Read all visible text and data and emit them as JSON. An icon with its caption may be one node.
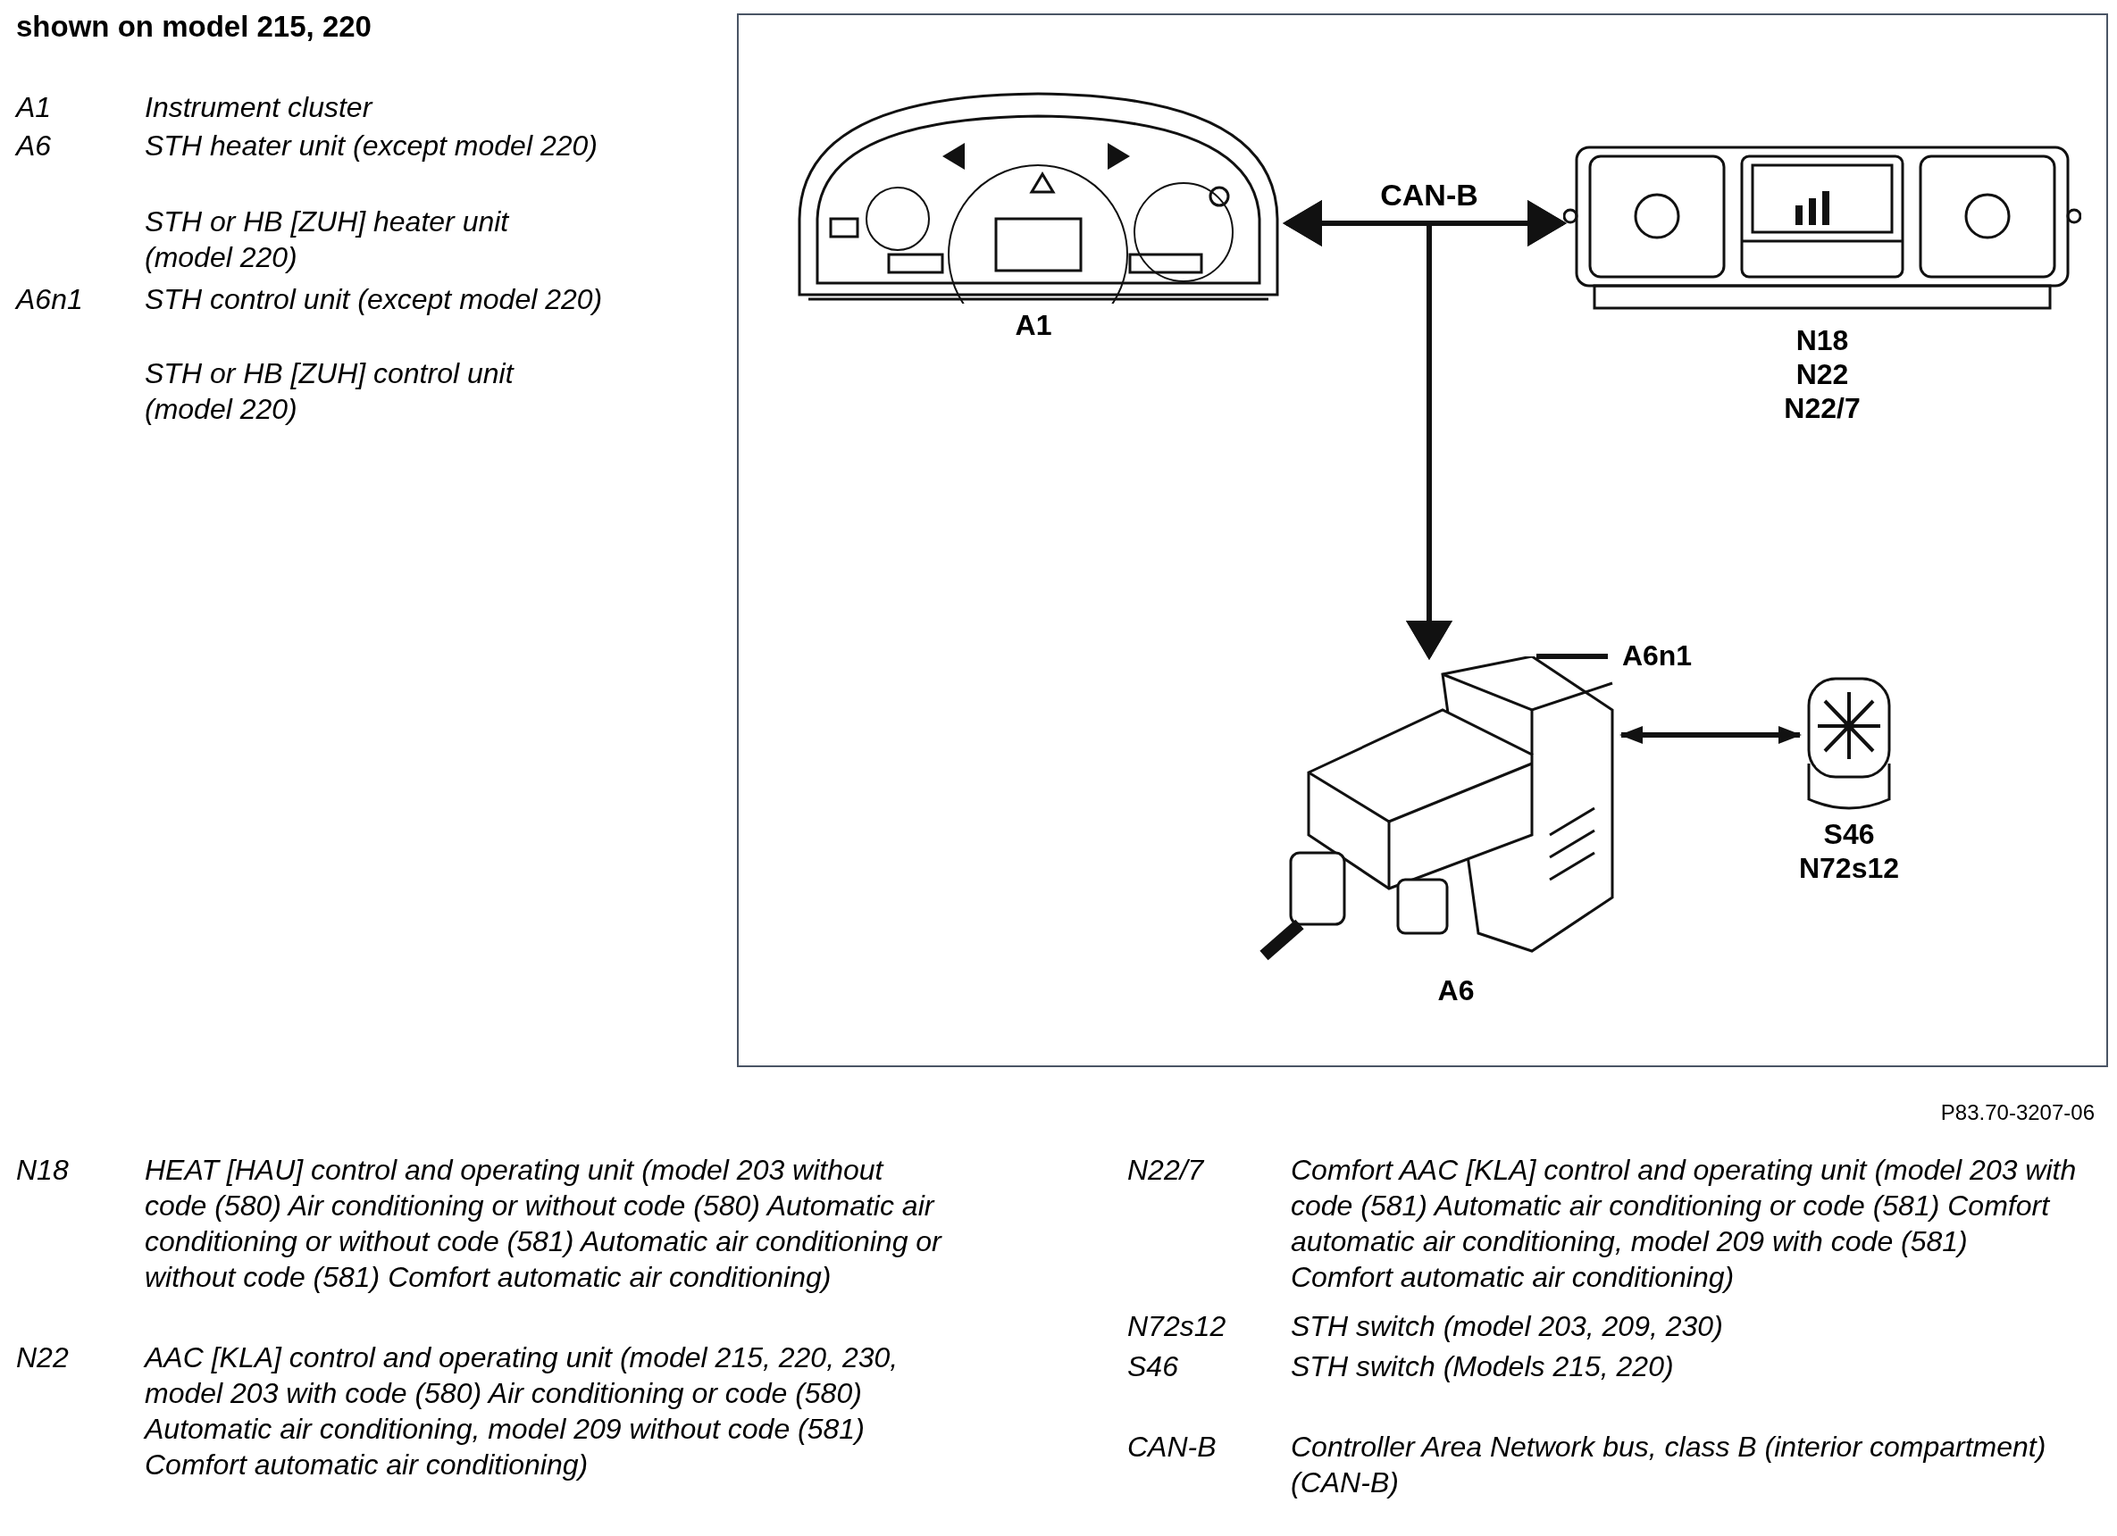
{
  "diagram": {
    "title": "shown on model 215, 220",
    "nodes": [
      {
        "text": [],
        "shape": "picture",
        "beside": [
          "A1"
        ]
      },
      {
        "text": [],
        "shape": "picture",
        "beside": [
          "N18",
          "N22",
          "N22/7"
        ]
      },
      {
        "text": [],
        "shape": "picture",
        "beside": [
          "A6"
        ]
      },
      {
        "text": [
          "A6n1"
        ]
      },
      {
        "text": [],
        "shape": "picture",
        "beside": [
          "S46",
          "N72s12"
        ]
      }
    ],
    "edges": [
      {
        "from": 0,
        "to": 1,
        "arrow": "both",
        "label": "CAN-B"
      },
      {
        "from": 0,
        "to": 2,
        "arrow": "both"
      },
      {
        "from": 1,
        "to": 2,
        "arrow": "both"
      },
      {
        "from": 3,
        "to": 2,
        "arrow": "none"
      },
      {
        "from": 2,
        "to": 4,
        "arrow": "both"
      }
    ],
    "labels": [
      "A1",
      "Instrument cluster",
      "A6",
      "STH heater unit (except model 220)",
      "STH or HB [ZUH] heater unit (model 220)",
      "A6n1",
      "STH control unit (except model 220)",
      "STH or HB [ZUH] control unit (model 220)",
      "P83.70-3207-06",
      "N18",
      "HEAT [HAU] control and operating unit (model 203 without code (580) Air conditioning or without code (580) Automatic air conditioning or without code (581) Automatic air conditioning or without code (581) Comfort automatic air conditioning)",
      "N22",
      "AAC [KLA] control and operating unit (model 215, 220, 230, model 203 with code (580) Air conditioning or code (580) Automatic air conditioning, model 209 without code (581) Comfort automatic air conditioning)",
      "N22/7",
      "Comfort AAC [KLA] control and operating unit (model 203 with code (581) Automatic air conditioning or code (581) Comfort automatic air conditioning, model 209 with code (581) Comfort automatic air conditioning)",
      "N72s12",
      "STH switch (model 203, 209, 230)",
      "S46",
      "STH switch (Models 215, 220)",
      "CAN-B",
      "Controller Area Network bus, class B (interior compartment) (CAN-B)"
    ]
  }
}
